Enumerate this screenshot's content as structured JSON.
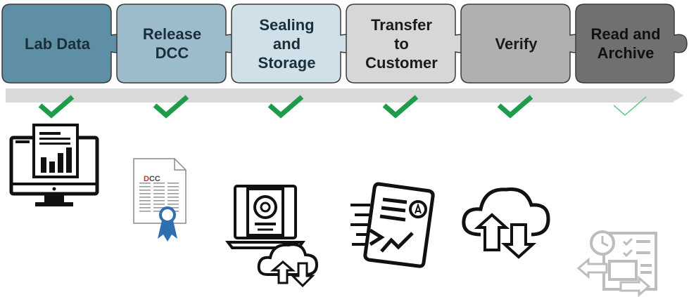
{
  "diagram": {
    "steps": [
      {
        "label": "Lab Data",
        "fill": "#5f8fa5",
        "text_color": "#1b2f3a",
        "completed": true
      },
      {
        "label": "Release\nDCC",
        "fill": "#9dbccb",
        "text_color": "#1b2f3a",
        "completed": true
      },
      {
        "label": "Sealing\nand\nStorage",
        "fill": "#cfe0e8",
        "text_color": "#1b2f3a",
        "completed": true
      },
      {
        "label": "Transfer\nto\nCustomer",
        "fill": "#d7d7d7",
        "text_color": "#1b1b1b",
        "completed": true
      },
      {
        "label": "Verify",
        "fill": "#b0b0b0",
        "text_color": "#1b1b1b",
        "completed": true
      },
      {
        "label": "Read and\nArchive",
        "fill": "#707070",
        "text_color": "#111111",
        "completed": false
      }
    ],
    "colors": {
      "check_done": "#1e9c4a",
      "check_pending": "#6cc48a",
      "arrow_bar": "#d9d9d9",
      "icon_dark": "#111111",
      "icon_light": "#bdbdbd",
      "ribbon": "#2e6fb0"
    },
    "icons": [
      "monitor-bar-chart-icon",
      "dcc-certificate-icon",
      "laptop-cloud-storage-icon",
      "fast-document-transfer-icon",
      "cloud-upload-download-icon",
      "archive-clipboard-icon"
    ],
    "dcc_doc_title_letter": "D",
    "dcc_doc_title_rest": "CC"
  }
}
